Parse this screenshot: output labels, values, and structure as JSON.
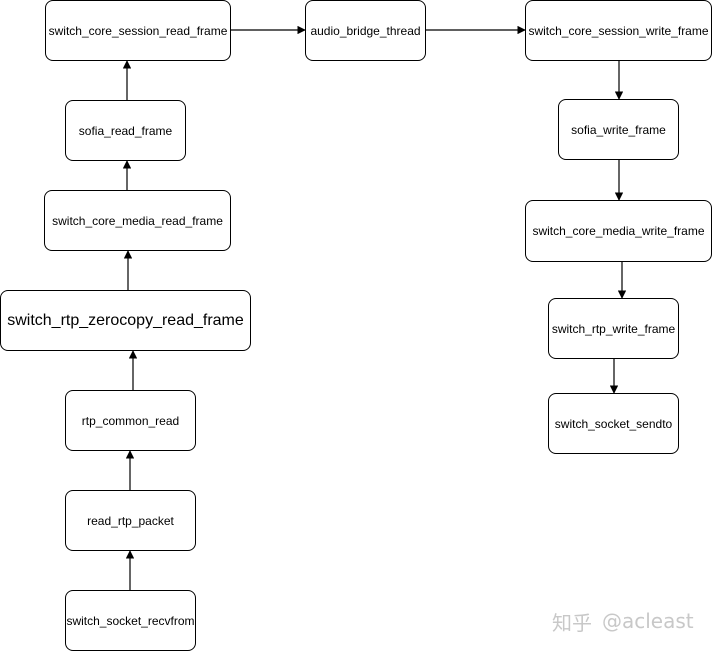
{
  "nodes": {
    "switch_core_session_read_frame": "switch_core_session_read_frame",
    "audio_bridge_thread": "audio_bridge_thread",
    "switch_core_session_write_frame": "switch_core_session_write_frame",
    "sofia_read_frame": "sofia_read_frame",
    "sofia_write_frame": "sofia_write_frame",
    "switch_core_media_read_frame": "switch_core_media_read_frame",
    "switch_core_media_write_frame": "switch_core_media_write_frame",
    "switch_rtp_zerocopy_read_frame": "switch_rtp_zerocopy_read_frame",
    "switch_rtp_write_frame": "switch_rtp_write_frame",
    "rtp_common_read": "rtp_common_read",
    "switch_socket_sendto": "switch_socket_sendto",
    "read_rtp_packet": "read_rtp_packet",
    "switch_socket_recvfrom": "switch_socket_recvfrom"
  },
  "edges": [
    {
      "from": "switch_socket_recvfrom",
      "to": "read_rtp_packet"
    },
    {
      "from": "read_rtp_packet",
      "to": "rtp_common_read"
    },
    {
      "from": "rtp_common_read",
      "to": "switch_rtp_zerocopy_read_frame"
    },
    {
      "from": "switch_rtp_zerocopy_read_frame",
      "to": "switch_core_media_read_frame"
    },
    {
      "from": "switch_core_media_read_frame",
      "to": "sofia_read_frame"
    },
    {
      "from": "sofia_read_frame",
      "to": "switch_core_session_read_frame"
    },
    {
      "from": "switch_core_session_read_frame",
      "to": "audio_bridge_thread"
    },
    {
      "from": "audio_bridge_thread",
      "to": "switch_core_session_write_frame"
    },
    {
      "from": "switch_core_session_write_frame",
      "to": "sofia_write_frame"
    },
    {
      "from": "sofia_write_frame",
      "to": "switch_core_media_write_frame"
    },
    {
      "from": "switch_core_media_write_frame",
      "to": "switch_rtp_write_frame"
    },
    {
      "from": "switch_rtp_write_frame",
      "to": "switch_socket_sendto"
    }
  ],
  "watermark": {
    "site": "知乎",
    "handle": "@acleast"
  },
  "colors": {
    "stroke": "#000000",
    "fill": "#ffffff",
    "watermark": "#c8c8c8"
  }
}
